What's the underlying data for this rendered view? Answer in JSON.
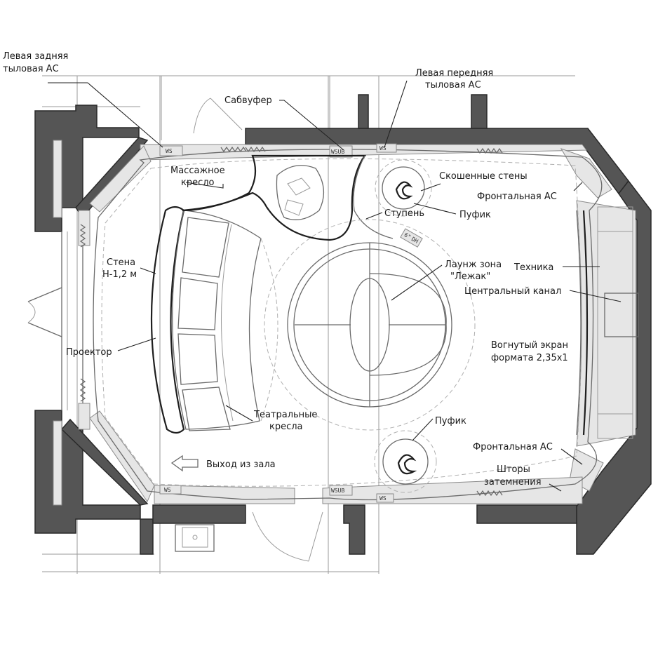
{
  "labels": {
    "left_rear_surround": [
      "Левая задняя",
      "тыловая АС"
    ],
    "left_front_surround": [
      "Левая передняя",
      "тыловая АС"
    ],
    "subwoofer": "Сабвуфер",
    "massage_chair": [
      "Массажное",
      "кресло"
    ],
    "angled_walls": "Скошенные стены",
    "front_speaker_top": "Фронтальная АС",
    "step": "Ступень",
    "pouf_top": "Пуфик",
    "wall_height": [
      "Стена",
      "H-1,2 м"
    ],
    "lounge_zone": [
      "Лаунж зона",
      "\"Лежак\""
    ],
    "equipment": "Техника",
    "center_channel": "Центральный канал",
    "projector": "Проектор",
    "curved_screen": [
      "Вогнутый экран",
      "формата 2,35x1"
    ],
    "theatre_seats": [
      "Театральные",
      "кресла"
    ],
    "pouf_bottom": "Пуфик",
    "front_speaker_bottom": "Фронтальная АС",
    "exit": "Выход из зала",
    "blackout_curtains": [
      "Шторы",
      "затемнения"
    ]
  },
  "speaker_tags": {
    "ws": "WS",
    "wsub": "WSUB",
    "fl": "6\"",
    "dh": "DH"
  },
  "colors": {
    "wall": "#555555",
    "hatch": "#e6e6e6",
    "line": "#1e1e1e"
  }
}
